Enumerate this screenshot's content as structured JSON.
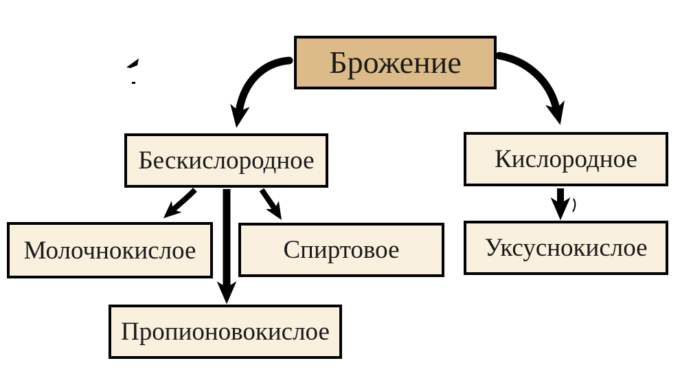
{
  "diagram": {
    "nodes": {
      "root": {
        "label": "Брожение"
      },
      "anaerobic": {
        "label": "Бескислородное"
      },
      "aerobic": {
        "label": "Кислородное"
      },
      "lactic": {
        "label": "Молочнокислое"
      },
      "alcoholic": {
        "label": "Спиртовое"
      },
      "propionic": {
        "label": "Пропионовокислое"
      },
      "acetic": {
        "label": "Уксуснокислое"
      }
    },
    "edges": [
      {
        "from": "root",
        "to": "anaerobic"
      },
      {
        "from": "root",
        "to": "aerobic"
      },
      {
        "from": "anaerobic",
        "to": "lactic"
      },
      {
        "from": "anaerobic",
        "to": "propionic"
      },
      {
        "from": "anaerobic",
        "to": "alcoholic"
      },
      {
        "from": "aerobic",
        "to": "acetic"
      }
    ],
    "colors": {
      "root_fill": "#ddbb88",
      "node_fill": "#faf0de",
      "border": "#000000",
      "arrow": "#000000",
      "text": "#1a1a1a"
    }
  }
}
